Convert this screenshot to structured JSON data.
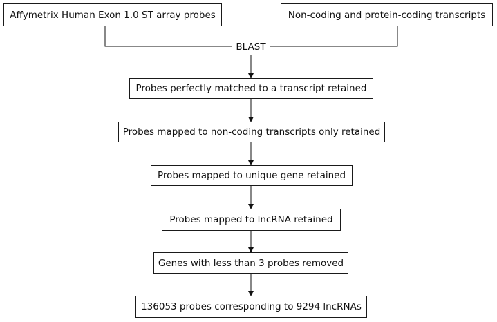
{
  "diagram": {
    "source_left": "Affymetrix Human Exon 1.0 ST array probes",
    "source_right": "Non-coding and protein-coding transcripts",
    "merge": "BLAST",
    "steps": [
      "Probes perfectly matched to a transcript retained",
      "Probes mapped to non-coding transcripts only retained",
      "Probes mapped to unique gene retained",
      "Probes mapped to lncRNA retained",
      "Genes with less than 3 probes removed",
      "136053 probes corresponding to 9294 lncRNAs"
    ]
  }
}
